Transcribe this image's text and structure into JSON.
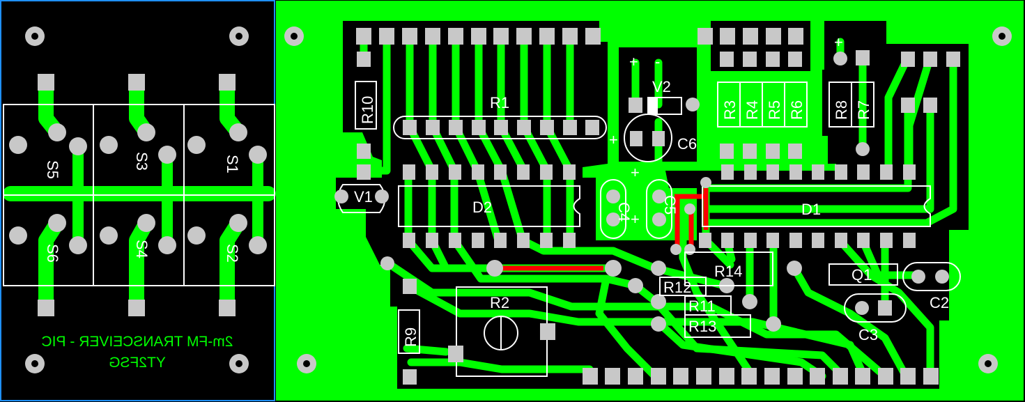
{
  "colors": {
    "copper": "#00ff00",
    "board": "#000000",
    "pad": "#c8c8c8",
    "silkscreen": "#ffffff",
    "jumper": "#ff0000",
    "panel_border": "#1e90ff"
  },
  "left_panel": {
    "switch_labels": [
      "S5",
      "S3",
      "S1",
      "S6",
      "S4",
      "S2"
    ],
    "title_line1": "2m-FM TRANSCEIVER - PIC",
    "title_line2": "YT2FSG"
  },
  "components": {
    "R10": "R10",
    "R1": "R1",
    "V1": "V1",
    "D2": "D2",
    "R2": "R2",
    "R9": "R9",
    "V2": "V2",
    "C6": "C6",
    "C4": "C4",
    "C5": "C5",
    "R3": "R3",
    "R4": "R4",
    "R5": "R5",
    "R6": "R6",
    "R8": "R8",
    "R7": "R7",
    "D1": "D1",
    "R14": "R14",
    "R12": "R12",
    "R11": "R11",
    "R13": "R13",
    "Q1": "Q1",
    "C2": "C2",
    "C3": "C3"
  },
  "polarity": {
    "plus": "+",
    "minus": "-"
  }
}
